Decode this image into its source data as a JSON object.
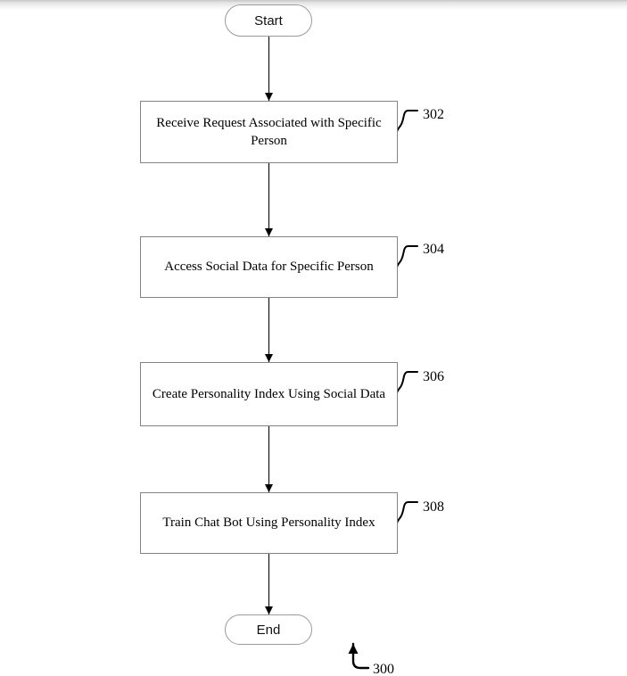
{
  "diagram": {
    "figure_number": "300",
    "start": {
      "label": "Start"
    },
    "end": {
      "label": "End"
    },
    "steps": [
      {
        "ref": "302",
        "text": "Receive Request Associated with Specific Person"
      },
      {
        "ref": "304",
        "text": "Access Social Data for Specific Person"
      },
      {
        "ref": "306",
        "text": "Create Personality Index Using Social Data"
      },
      {
        "ref": "308",
        "text": "Train Chat Bot Using Personality Index"
      }
    ],
    "colors": {
      "box_border": "#848484",
      "terminal_border": "#9b9b9b",
      "line": "#000000",
      "text": "#000000",
      "background": "#ffffff"
    }
  }
}
